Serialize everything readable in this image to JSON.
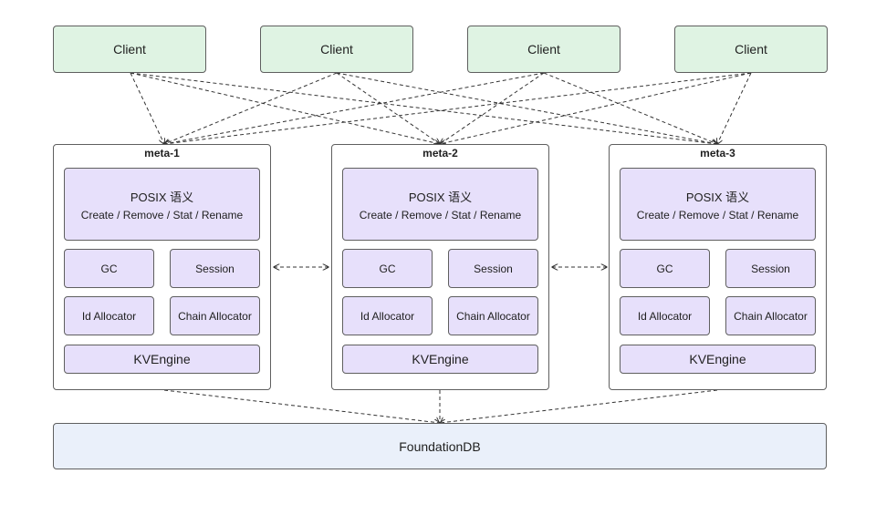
{
  "clients": [
    {
      "label": "Client"
    },
    {
      "label": "Client"
    },
    {
      "label": "Client"
    },
    {
      "label": "Client"
    }
  ],
  "metas": [
    {
      "title": "meta-1",
      "posix_title": "POSIX 语义",
      "posix_ops": "Create / Remove / Stat / Rename",
      "gc": "GC",
      "session": "Session",
      "id_allocator": "Id Allocator",
      "chain_allocator": "Chain Allocator",
      "kv_engine": "KVEngine"
    },
    {
      "title": "meta-2",
      "posix_title": "POSIX 语义",
      "posix_ops": "Create / Remove / Stat / Rename",
      "gc": "GC",
      "session": "Session",
      "id_allocator": "Id Allocator",
      "chain_allocator": "Chain Allocator",
      "kv_engine": "KVEngine"
    },
    {
      "title": "meta-3",
      "posix_title": "POSIX 语义",
      "posix_ops": "Create / Remove / Stat / Rename",
      "gc": "GC",
      "session": "Session",
      "id_allocator": "Id Allocator",
      "chain_allocator": "Chain Allocator",
      "kv_engine": "KVEngine"
    }
  ],
  "storage": {
    "label": "FoundationDB"
  },
  "colors": {
    "client_fill": "#dff3e3",
    "component_fill": "#e7e0fb",
    "storage_fill": "#eaf0fa",
    "border": "#5f5f5f",
    "edge": "#333333"
  }
}
